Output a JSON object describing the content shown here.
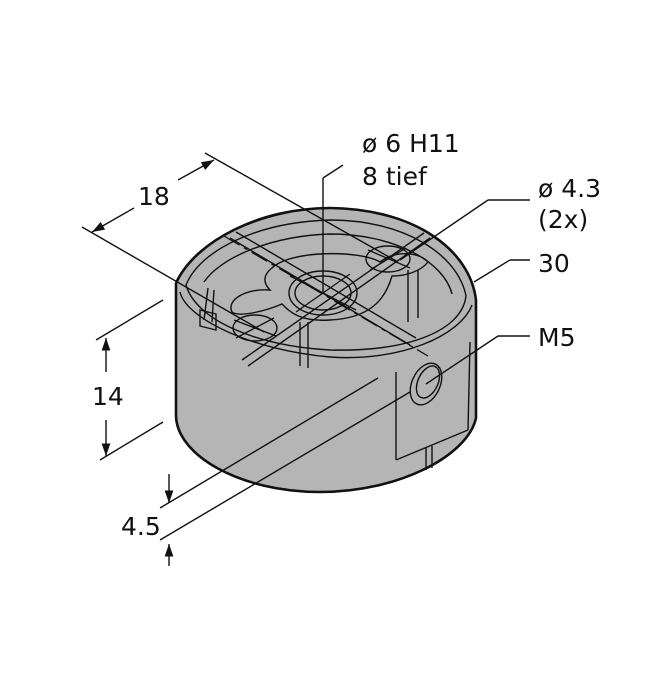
{
  "drawing": {
    "title": "Mounting adapter, cylindrical, isometric dimension drawing",
    "colors": {
      "background": "#ffffff",
      "part_fill": "#b5b5b5",
      "lines": "#111111"
    },
    "callouts": {
      "center_bore_line1": "ø 6 H11",
      "center_bore_line2": "8 tief",
      "mount_holes_line1": "ø 4.3",
      "mount_holes_line2": "(2x)",
      "diameter": "30",
      "side_thread": "M5"
    },
    "dimensions": {
      "hole_spacing": "18",
      "height": "14",
      "thread_offset": "4.5"
    }
  }
}
